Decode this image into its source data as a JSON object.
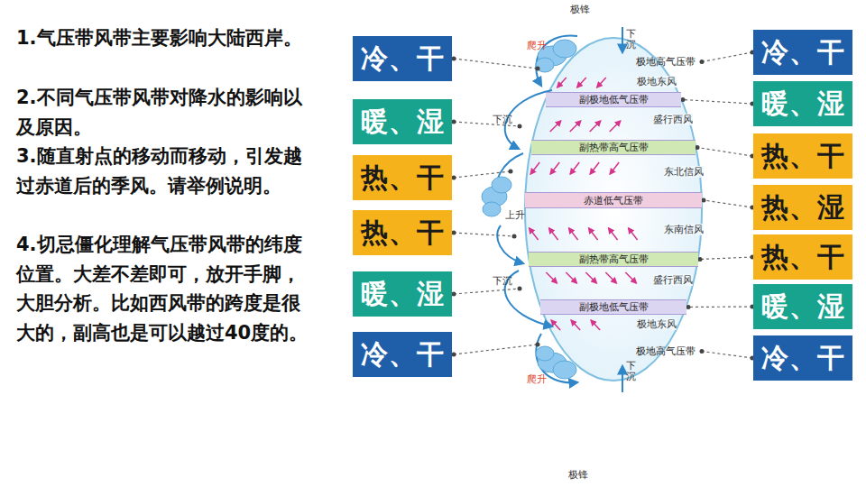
{
  "diagram": {
    "nodes": [
      {
        "text": [
          "冷、干"
        ]
      },
      {
        "text": [
          "暖、湿"
        ]
      },
      {
        "text": [
          "热、干"
        ]
      },
      {
        "text": [
          "热、干"
        ]
      },
      {
        "text": [
          "暖、湿"
        ]
      },
      {
        "text": [
          "冷、干"
        ]
      },
      {
        "text": [
          "极地高气压带"
        ]
      },
      {
        "text": [
          "副极地低气压带"
        ]
      },
      {
        "text": [
          "副热带高气压带"
        ]
      },
      {
        "text": [
          "赤道低气压带"
        ]
      },
      {
        "text": [
          "副热带高气压带"
        ]
      },
      {
        "text": [
          "副极地低气压带"
        ]
      },
      {
        "text": [
          "极地高气压带"
        ]
      },
      {
        "text": [
          "冷、干"
        ]
      },
      {
        "text": [
          "暖、湿"
        ]
      },
      {
        "text": [
          "热、干"
        ]
      },
      {
        "text": [
          "热、湿"
        ]
      },
      {
        "text": [
          "热、干"
        ]
      },
      {
        "text": [
          "暖、湿"
        ]
      },
      {
        "text": [
          "冷、干"
        ]
      }
    ],
    "edges": [
      {
        "from": 13,
        "to": 6,
        "arrow": "none"
      },
      {
        "from": 14,
        "to": 7,
        "arrow": "none"
      },
      {
        "from": 15,
        "to": 8,
        "arrow": "none"
      },
      {
        "from": 16,
        "to": 9,
        "arrow": "none"
      },
      {
        "from": 17,
        "to": 10,
        "arrow": "none"
      },
      {
        "from": 18,
        "to": 11,
        "arrow": "none"
      },
      {
        "from": 19,
        "to": 12,
        "arrow": "none"
      }
    ],
    "labels": [
      "1.气压带风带主要影响大陆西岸。",
      "2.不同气压带风带对降水的影响以及原因。",
      "3.随直射点的移动而移动，引发越过赤道后的季风。请举例说明。",
      "4.切忌僵化理解气压带风带的纬度位置。大差不差即可，放开手脚，大胆分析。比如西风带的跨度是很大的，副高也是可以越过40度的。",
      "极锋",
      "爬升",
      "下沉",
      "极地东风",
      "盛行西风",
      "下沉",
      "东北信风",
      "上升",
      "东南信风",
      "下沉",
      "盛行西风",
      "极地东风",
      "爬升",
      "下沉",
      "极锋"
    ]
  }
}
